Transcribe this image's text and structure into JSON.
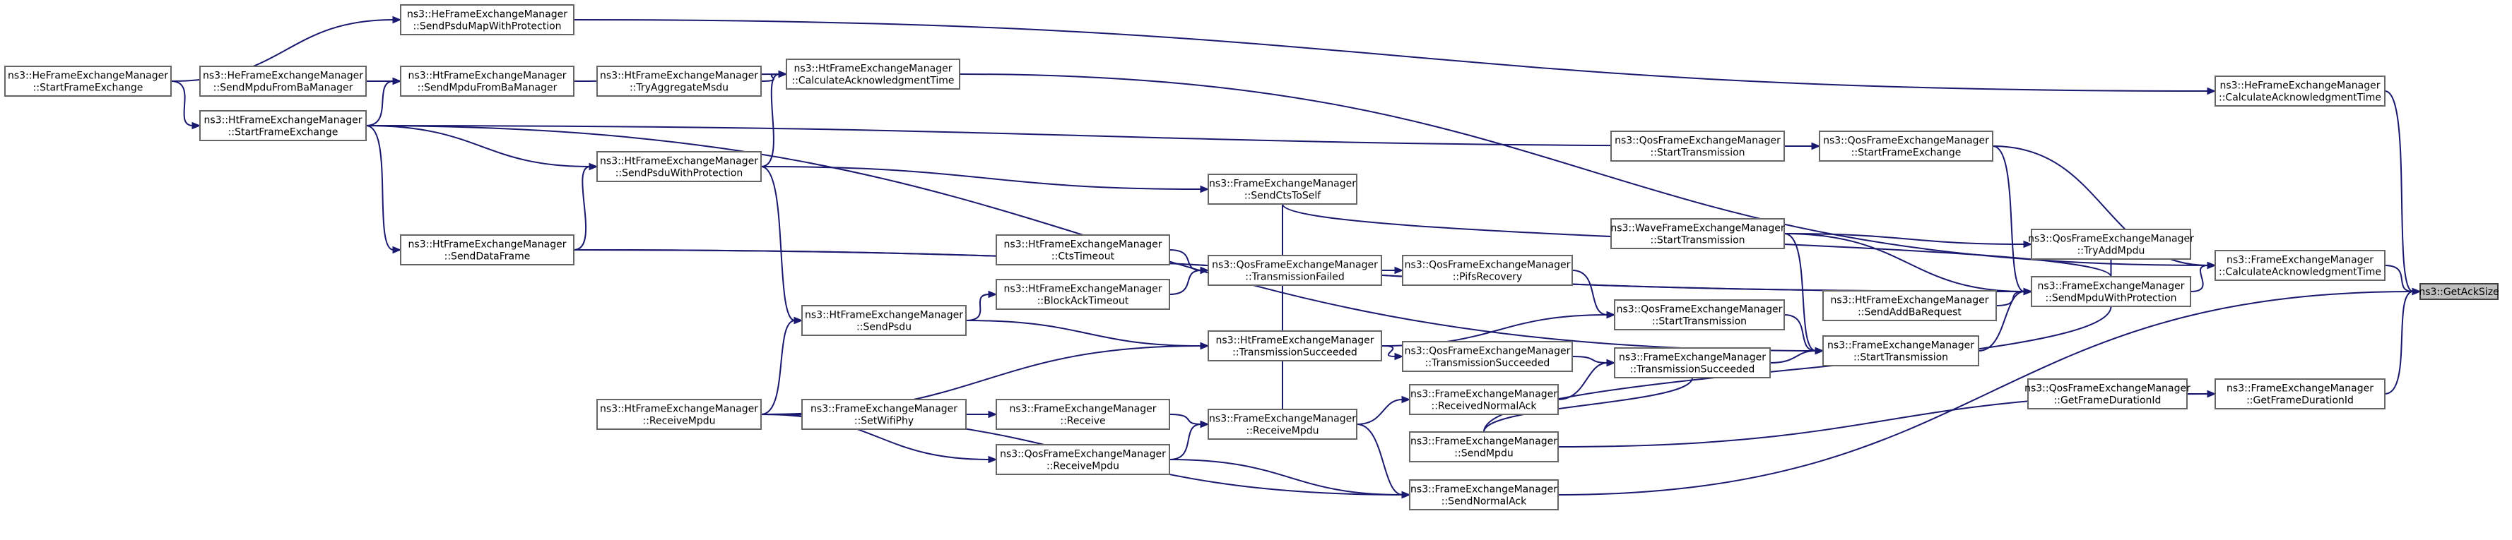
{
  "nodes": [
    {
      "id": "getacksize",
      "lines": [
        "ns3::GetAckSize"
      ],
      "root": true
    },
    {
      "id": "he_calc_ack",
      "lines": [
        "ns3::HeFrameExchangeManager",
        "::CalculateAcknowledgmentTime"
      ]
    },
    {
      "id": "fem_calc_ack",
      "lines": [
        "ns3::FrameExchangeManager",
        "::CalculateAcknowledgmentTime"
      ]
    },
    {
      "id": "fem_getfdid",
      "lines": [
        "ns3::FrameExchangeManager",
        "::GetFrameDurationId"
      ]
    },
    {
      "id": "fem_sendnormalack",
      "lines": [
        "ns3::FrameExchangeManager",
        "::SendNormalAck"
      ]
    },
    {
      "id": "he_sendpsdumap",
      "lines": [
        "ns3::HeFrameExchangeManager",
        "::SendPsduMapWithProtection"
      ]
    },
    {
      "id": "ht_calc_ack",
      "lines": [
        "ns3::HtFrameExchangeManager",
        "::CalculateAcknowledgmentTime"
      ]
    },
    {
      "id": "qos_startfe",
      "lines": [
        "ns3::QosFrameExchangeManager",
        "::StartFrameExchange"
      ]
    },
    {
      "id": "fem_sendmpdu_prot",
      "lines": [
        "ns3::FrameExchangeManager",
        "::SendMpduWithProtection"
      ]
    },
    {
      "id": "qos_getfdid",
      "lines": [
        "ns3::QosFrameExchangeManager",
        "::GetFrameDurationId"
      ]
    },
    {
      "id": "fem_sendmpdu",
      "lines": [
        "ns3::FrameExchangeManager",
        "::SendMpdu"
      ]
    },
    {
      "id": "fem_receivempdu",
      "lines": [
        "ns3::FrameExchangeManager",
        "::ReceiveMpdu"
      ]
    },
    {
      "id": "ht_receivempdu",
      "lines": [
        "ns3::HtFrameExchangeManager",
        "::ReceiveMpdu"
      ]
    },
    {
      "id": "qos_receivempdu",
      "lines": [
        "ns3::QosFrameExchangeManager",
        "::ReceiveMpdu"
      ]
    },
    {
      "id": "he_startfe",
      "lines": [
        "ns3::HeFrameExchangeManager",
        "::StartFrameExchange"
      ]
    },
    {
      "id": "ht_sendmpdu_ba",
      "lines": [
        "ns3::HtFrameExchangeManager",
        "::SendMpduFromBaManager"
      ]
    },
    {
      "id": "ht_startfe",
      "lines": [
        "ns3::HtFrameExchangeManager",
        "::StartFrameExchange"
      ]
    },
    {
      "id": "ht_sendpsdu_prot",
      "lines": [
        "ns3::HtFrameExchangeManager",
        "::SendPsduWithProtection"
      ]
    },
    {
      "id": "ht_senddataframe",
      "lines": [
        "ns3::HtFrameExchangeManager",
        "::SendDataFrame"
      ]
    },
    {
      "id": "he_sendmpdu_ba",
      "lines": [
        "ns3::HeFrameExchangeManager",
        "::SendMpduFromBaManager"
      ]
    },
    {
      "id": "ht_tryaggregate",
      "lines": [
        "ns3::HtFrameExchangeManager",
        "::TryAggregateMsdu"
      ]
    },
    {
      "id": "qos_starttx_a",
      "lines": [
        "ns3::QosFrameExchangeManager",
        "::StartTransmission"
      ]
    },
    {
      "id": "fem_sendctstoself",
      "lines": [
        "ns3::FrameExchangeManager",
        "::SendCtsToSelf"
      ]
    },
    {
      "id": "wave_starttx",
      "lines": [
        "ns3::WaveFrameExchangeManager",
        "::StartTransmission"
      ]
    },
    {
      "id": "qos_tryaddmpdu",
      "lines": [
        "ns3::QosFrameExchangeManager",
        "::TryAddMpdu"
      ]
    },
    {
      "id": "ht_sendaddba",
      "lines": [
        "ns3::HtFrameExchangeManager",
        "::SendAddBaRequest"
      ]
    },
    {
      "id": "fem_starttx",
      "lines": [
        "ns3::FrameExchangeManager",
        "::StartTransmission"
      ]
    },
    {
      "id": "qos_starttx_b",
      "lines": [
        "ns3::QosFrameExchangeManager",
        "::StartTransmission"
      ]
    },
    {
      "id": "fem_txsucceeded",
      "lines": [
        "ns3::FrameExchangeManager",
        "::TransmissionSucceeded"
      ]
    },
    {
      "id": "fem_recvnormalack",
      "lines": [
        "ns3::FrameExchangeManager",
        "::ReceivedNormalAck"
      ]
    },
    {
      "id": "qos_pifsrecovery",
      "lines": [
        "ns3::QosFrameExchangeManager",
        "::PifsRecovery"
      ]
    },
    {
      "id": "qos_txfailed",
      "lines": [
        "ns3::QosFrameExchangeManager",
        "::TransmissionFailed"
      ]
    },
    {
      "id": "qos_txsucceeded",
      "lines": [
        "ns3::QosFrameExchangeManager",
        "::TransmissionSucceeded"
      ]
    },
    {
      "id": "ht_ctstimeout",
      "lines": [
        "ns3::HtFrameExchangeManager",
        "::CtsTimeout"
      ]
    },
    {
      "id": "ht_blockacktimeout",
      "lines": [
        "ns3::HtFrameExchangeManager",
        "::BlockAckTimeout"
      ]
    },
    {
      "id": "ht_txsucceeded",
      "lines": [
        "ns3::HtFrameExchangeManager",
        "::TransmissionSucceeded"
      ]
    },
    {
      "id": "ht_sendpsdu",
      "lines": [
        "ns3::HtFrameExchangeManager",
        "::SendPsdu"
      ]
    },
    {
      "id": "fem_setwifiphy",
      "lines": [
        "ns3::FrameExchangeManager",
        "::SetWifiPhy"
      ]
    },
    {
      "id": "fem_receive",
      "lines": [
        "ns3::FrameExchangeManager",
        "::Receive"
      ]
    }
  ],
  "edges": [
    {
      "from": "he_calc_ack",
      "to": "getacksize"
    },
    {
      "from": "fem_calc_ack",
      "to": "getacksize"
    },
    {
      "from": "fem_getfdid",
      "to": "getacksize"
    },
    {
      "from": "fem_sendnormalack",
      "to": "getacksize"
    },
    {
      "from": "he_sendpsdumap",
      "to": "he_calc_ack"
    },
    {
      "from": "ht_calc_ack",
      "to": "fem_calc_ack"
    },
    {
      "from": "qos_startfe",
      "to": "fem_calc_ack"
    },
    {
      "from": "fem_sendmpdu_prot",
      "to": "fem_calc_ack"
    },
    {
      "from": "qos_getfdid",
      "to": "fem_getfdid"
    },
    {
      "from": "fem_sendmpdu",
      "to": "fem_getfdid"
    },
    {
      "from": "fem_receivempdu",
      "to": "fem_sendnormalack"
    },
    {
      "from": "ht_receivempdu",
      "to": "fem_sendnormalack"
    },
    {
      "from": "qos_receivempdu",
      "to": "fem_sendnormalack"
    },
    {
      "from": "he_startfe",
      "to": "he_sendpsdumap"
    },
    {
      "from": "ht_sendmpdu_ba",
      "to": "ht_calc_ack"
    },
    {
      "from": "ht_tryaggregate",
      "to": "ht_calc_ack"
    },
    {
      "from": "ht_sendpsdu_prot",
      "to": "ht_calc_ack"
    },
    {
      "from": "he_sendmpdu_ba",
      "to": "ht_sendmpdu_ba"
    },
    {
      "from": "ht_startfe",
      "to": "ht_sendmpdu_ba"
    },
    {
      "from": "he_startfe",
      "to": "ht_startfe"
    },
    {
      "from": "ht_startfe",
      "to": "qos_startfe"
    },
    {
      "from": "qos_starttx_a",
      "to": "qos_startfe"
    },
    {
      "from": "ht_startfe",
      "to": "ht_sendpsdu_prot"
    },
    {
      "from": "ht_senddataframe",
      "to": "ht_sendpsdu_prot"
    },
    {
      "from": "ht_startfe",
      "to": "ht_senddataframe"
    },
    {
      "from": "ht_senddataframe",
      "to": "fem_sendmpdu_prot"
    },
    {
      "from": "ht_startfe",
      "to": "fem_starttx"
    },
    {
      "from": "ht_sendpsdu_prot",
      "to": "ht_sendpsdu"
    },
    {
      "from": "ht_sendpsdu_prot",
      "to": "fem_sendctstoself"
    },
    {
      "from": "fem_sendmpdu_prot",
      "to": "fem_sendctstoself"
    },
    {
      "from": "fem_sendctstoself",
      "to": "fem_receivempdu"
    },
    {
      "from": "qos_startfe",
      "to": "fem_sendmpdu_prot"
    },
    {
      "from": "wave_starttx",
      "to": "fem_sendmpdu_prot"
    },
    {
      "from": "qos_tryaddmpdu",
      "to": "fem_sendmpdu_prot"
    },
    {
      "from": "ht_sendaddba",
      "to": "fem_sendmpdu_prot"
    },
    {
      "from": "fem_starttx",
      "to": "fem_sendmpdu_prot"
    },
    {
      "from": "fem_sendmpdu_prot",
      "to": "fem_sendmpdu"
    },
    {
      "from": "wave_starttx",
      "to": "qos_tryaddmpdu"
    },
    {
      "from": "wave_starttx",
      "to": "fem_starttx"
    },
    {
      "from": "fem_txsucceeded",
      "to": "fem_starttx"
    },
    {
      "from": "qos_starttx_b",
      "to": "fem_starttx"
    },
    {
      "from": "qos_pifsrecovery",
      "to": "qos_starttx_b"
    },
    {
      "from": "ht_txsucceeded",
      "to": "qos_starttx_b"
    },
    {
      "from": "qos_txsucceeded",
      "to": "fem_txsucceeded"
    },
    {
      "from": "fem_recvnormalack",
      "to": "fem_txsucceeded"
    },
    {
      "from": "fem_txsucceeded",
      "to": "fem_sendmpdu"
    },
    {
      "from": "fem_receivempdu",
      "to": "fem_recvnormalack"
    },
    {
      "from": "qos_txfailed",
      "to": "qos_pifsrecovery"
    },
    {
      "from": "ht_ctstimeout",
      "to": "qos_txfailed"
    },
    {
      "from": "ht_blockacktimeout",
      "to": "qos_txfailed"
    },
    {
      "from": "ht_txsucceeded",
      "to": "qos_txsucceeded"
    },
    {
      "from": "ht_sendpsdu",
      "to": "ht_blockacktimeout"
    },
    {
      "from": "ht_sendpsdu",
      "to": "ht_txsucceeded"
    },
    {
      "from": "ht_receivempdu",
      "to": "ht_sendpsdu"
    },
    {
      "from": "ht_receivempdu",
      "to": "ht_txsucceeded"
    },
    {
      "from": "fem_setwifiphy",
      "to": "fem_receive"
    },
    {
      "from": "fem_receive",
      "to": "fem_receivempdu"
    },
    {
      "from": "qos_receivempdu",
      "to": "fem_receivempdu"
    },
    {
      "from": "ht_receivempdu",
      "to": "qos_receivempdu"
    },
    {
      "from": "ht_senddataframe",
      "to": "fem_sendmpdu_prot"
    }
  ]
}
